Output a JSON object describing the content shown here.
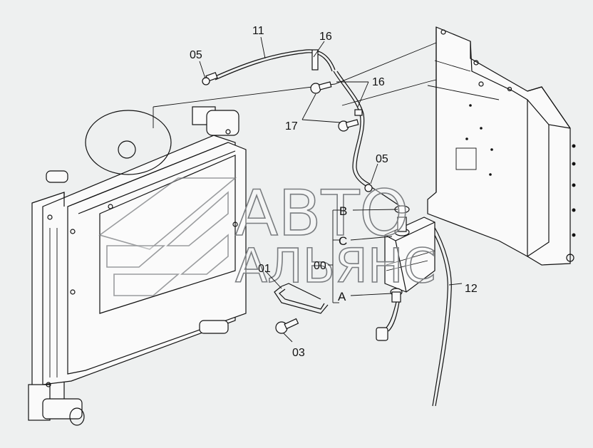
{
  "watermark": {
    "line1": "АВТО",
    "line2": "АЛЬЯНС",
    "logo": "avto-alyans-logo"
  },
  "callouts": {
    "c11": "11",
    "c16a": "16",
    "c16b": "16",
    "c05a": "05",
    "c05b": "05",
    "c17": "17",
    "c01": "01",
    "c00": "00",
    "c03": "03",
    "c12": "12"
  },
  "refs": {
    "B": "B",
    "C": "C",
    "A": "A"
  },
  "colors": {
    "background": "#eef0f0",
    "line": "#111111",
    "watermark": "#7a7d80"
  }
}
